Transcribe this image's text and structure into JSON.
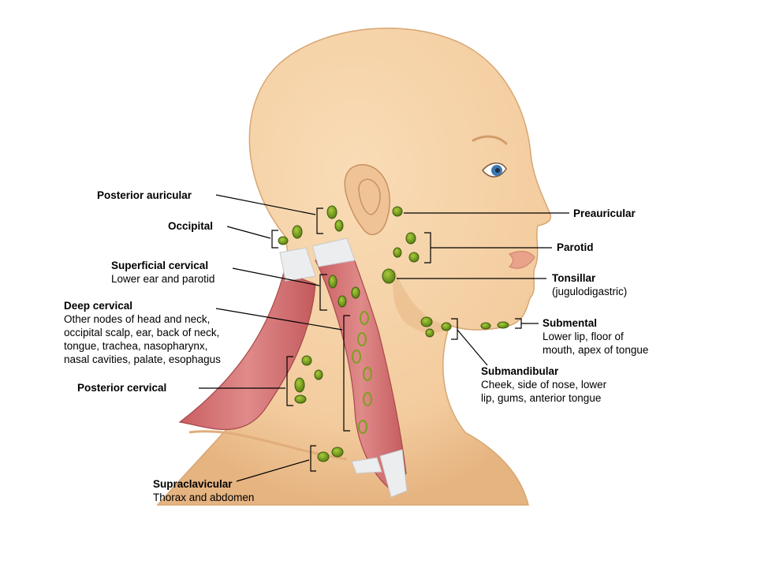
{
  "colors": {
    "skin": "#f5d2a8",
    "skin_shadow": "#e3b27f",
    "muscle": "#d9797a",
    "muscle_dark": "#b54f52",
    "tendon": "#ecedee",
    "node": "#7aa11e",
    "node_dark": "#3d5c0a",
    "leader": "#000000"
  },
  "labels": {
    "posterior_auricular": {
      "title": "Posterior auricular"
    },
    "occipital": {
      "title": "Occipital"
    },
    "superficial_cervical": {
      "title": "Superficial cervical",
      "line1": "Lower ear and parotid"
    },
    "deep_cervical": {
      "title": "Deep cervical",
      "line1": "Other nodes of head and neck,",
      "line2": "occipital scalp, ear, back of neck,",
      "line3": "tongue, trachea, nasopharynx,",
      "line4": "nasal cavities, palate, esophagus"
    },
    "posterior_cervical": {
      "title": "Posterior cervical"
    },
    "supraclavicular": {
      "title": "Supraclavicular",
      "line1": "Thorax and abdomen"
    },
    "preauricular": {
      "title": "Preauricular"
    },
    "parotid": {
      "title": "Parotid"
    },
    "tonsillar": {
      "title": "Tonsillar",
      "line1": "(jugulodigastric)"
    },
    "submental": {
      "title": "Submental",
      "line1": "Lower lip, floor of",
      "line2": "mouth, apex of tongue"
    },
    "submandibular": {
      "title": "Submandibular",
      "line1": "Cheek, side of nose, lower",
      "line2": "lip, gums, anterior tongue"
    }
  }
}
